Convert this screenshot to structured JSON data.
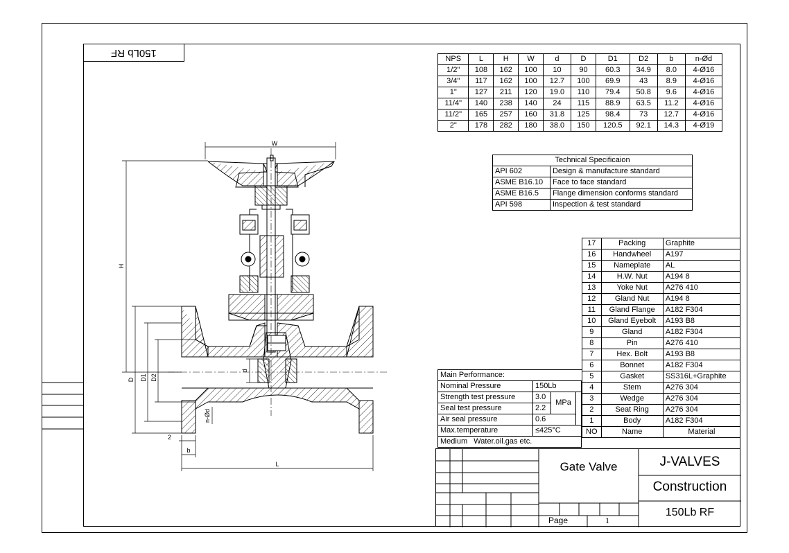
{
  "corner_tag": "150Lb RF",
  "dimension_table": {
    "headers": [
      "NPS",
      "L",
      "H",
      "W",
      "d",
      "D",
      "D1",
      "D2",
      "b",
      "n-Ød"
    ],
    "rows": [
      [
        "1/2\"",
        "108",
        "162",
        "100",
        "10",
        "90",
        "60.3",
        "34.9",
        "8.0",
        "4-Ø16"
      ],
      [
        "3/4\"",
        "117",
        "162",
        "100",
        "12.7",
        "100",
        "69.9",
        "43",
        "8.9",
        "4-Ø16"
      ],
      [
        "1\"",
        "127",
        "211",
        "120",
        "19.0",
        "110",
        "79.4",
        "50.8",
        "9.6",
        "4-Ø16"
      ],
      [
        "11/4\"",
        "140",
        "238",
        "140",
        "24",
        "115",
        "88.9",
        "63.5",
        "11.2",
        "4-Ø16"
      ],
      [
        "11/2\"",
        "165",
        "257",
        "160",
        "31.8",
        "125",
        "98.4",
        "73",
        "12.7",
        "4-Ø16"
      ],
      [
        "2\"",
        "178",
        "282",
        "180",
        "38.0",
        "150",
        "120.5",
        "92.1",
        "14.3",
        "4-Ø19"
      ]
    ]
  },
  "tech_spec": {
    "title": "Technical Specificaion",
    "rows": [
      [
        "API 602",
        "Design & manufacture standard"
      ],
      [
        "ASME B16.10",
        "Face to face standard"
      ],
      [
        "ASME B16.5",
        "Flange dimension conforms standard"
      ],
      [
        "API 598",
        "Inspection & test standard"
      ]
    ]
  },
  "parts": {
    "rows": [
      [
        "17",
        "Packing",
        "Graphite"
      ],
      [
        "16",
        "Handwheel",
        "A197"
      ],
      [
        "15",
        "Nameplate",
        "AL"
      ],
      [
        "14",
        "H.W. Nut",
        "A194 8"
      ],
      [
        "13",
        "Yoke Nut",
        "A276 410"
      ],
      [
        "12",
        "Gland Nut",
        "A194 8"
      ],
      [
        "11",
        "Gland Flange",
        "A182 F304"
      ],
      [
        "10",
        "Gland Eyebolt",
        "A193 B8"
      ],
      [
        "9",
        "Gland",
        "A182 F304"
      ],
      [
        "8",
        "Pin",
        "A276 410"
      ],
      [
        "7",
        "Hex. Bolt",
        "A193 B8"
      ],
      [
        "6",
        "Bonnet",
        "A182 F304"
      ],
      [
        "5",
        "Gasket",
        "SS316L+Graphite"
      ],
      [
        "4",
        "Stem",
        "A276 304"
      ],
      [
        "3",
        "Wedge",
        "A276 304"
      ],
      [
        "2",
        "Seat Ring",
        "A276 304"
      ],
      [
        "1",
        "Body",
        "A182 F304"
      ]
    ],
    "header": [
      "NO",
      "Name",
      "Material"
    ]
  },
  "performance": {
    "title": "Main Performance:",
    "nominal_label": "Nominal Pressure",
    "nominal_value": "150Lb",
    "strength_label": "Strength test pressure",
    "strength_value": "3.0",
    "seal_label": "Seal test pressure",
    "seal_value": "2.2",
    "unit": "MPa",
    "air_label": "Air seal pressure",
    "air_value": "0.6",
    "temp_label": "Max.temperature",
    "temp_value": "≤425°C",
    "medium_label": "Medium",
    "medium_value": "Water.oil.gas etc."
  },
  "title_block": {
    "product": "Gate Valve",
    "company": "J-VALVES",
    "drawing": "Construction",
    "rating": "150Lb RF",
    "page_label": "Page",
    "page_number": "1"
  },
  "drawing_labels": {
    "w": "W",
    "h": "H",
    "d_small": "d",
    "d_big": "D",
    "d1": "D1",
    "d2": "D2",
    "nd": "n-Ød",
    "two": "2",
    "b": "b",
    "l": "L"
  }
}
